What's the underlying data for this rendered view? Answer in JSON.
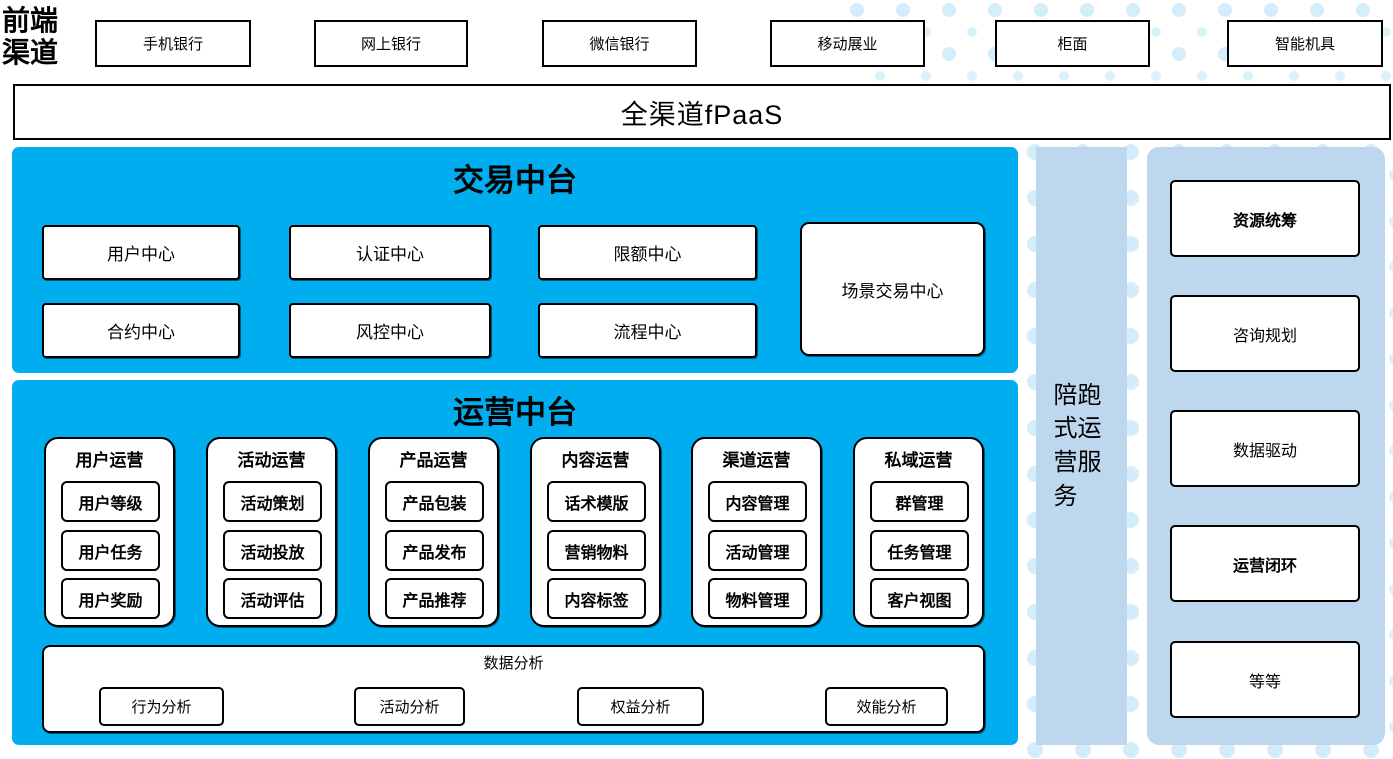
{
  "colors": {
    "accent_blue": "#00AEEF",
    "panel_light_blue": "#BDD7EE",
    "halftone_dot_blue": "#D3EDFA",
    "box_border": "#000000"
  },
  "front_channels": {
    "label": "前端渠道",
    "items": [
      "手机银行",
      "网上银行",
      "微信银行",
      "移动展业",
      "柜面",
      "智能机具"
    ]
  },
  "fpaas_bar": {
    "label": "全渠道fPaaS"
  },
  "transaction_platform": {
    "title": "交易中台",
    "centers": [
      "用户中心",
      "认证中心",
      "限额中心",
      "合约中心",
      "风控中心",
      "流程中心"
    ],
    "scene_center": "场景交易中心"
  },
  "operations_platform": {
    "title": "运营中台",
    "columns": [
      {
        "label": "用户运营",
        "items": [
          "用户等级",
          "用户任务",
          "用户奖励"
        ]
      },
      {
        "label": "活动运营",
        "items": [
          "活动策划",
          "活动投放",
          "活动评估"
        ]
      },
      {
        "label": "产品运营",
        "items": [
          "产品包装",
          "产品发布",
          "产品推荐"
        ]
      },
      {
        "label": "内容运营",
        "items": [
          "话术模版",
          "营销物料",
          "内容标签"
        ]
      },
      {
        "label": "渠道运营",
        "items": [
          "内容管理",
          "活动管理",
          "物料管理"
        ]
      },
      {
        "label": "私域运营",
        "items": [
          "群管理",
          "任务管理",
          "客户视图"
        ]
      }
    ],
    "data_analysis": {
      "label": "数据分析",
      "items": [
        "行为分析",
        "活动分析",
        "权益分析",
        "效能分析"
      ]
    }
  },
  "companion_service": {
    "label": "陪跑式运营服务"
  },
  "right_panel": {
    "items": [
      "资源统筹",
      "咨询规划",
      "数据驱动",
      "运营闭环",
      "等等"
    ]
  }
}
